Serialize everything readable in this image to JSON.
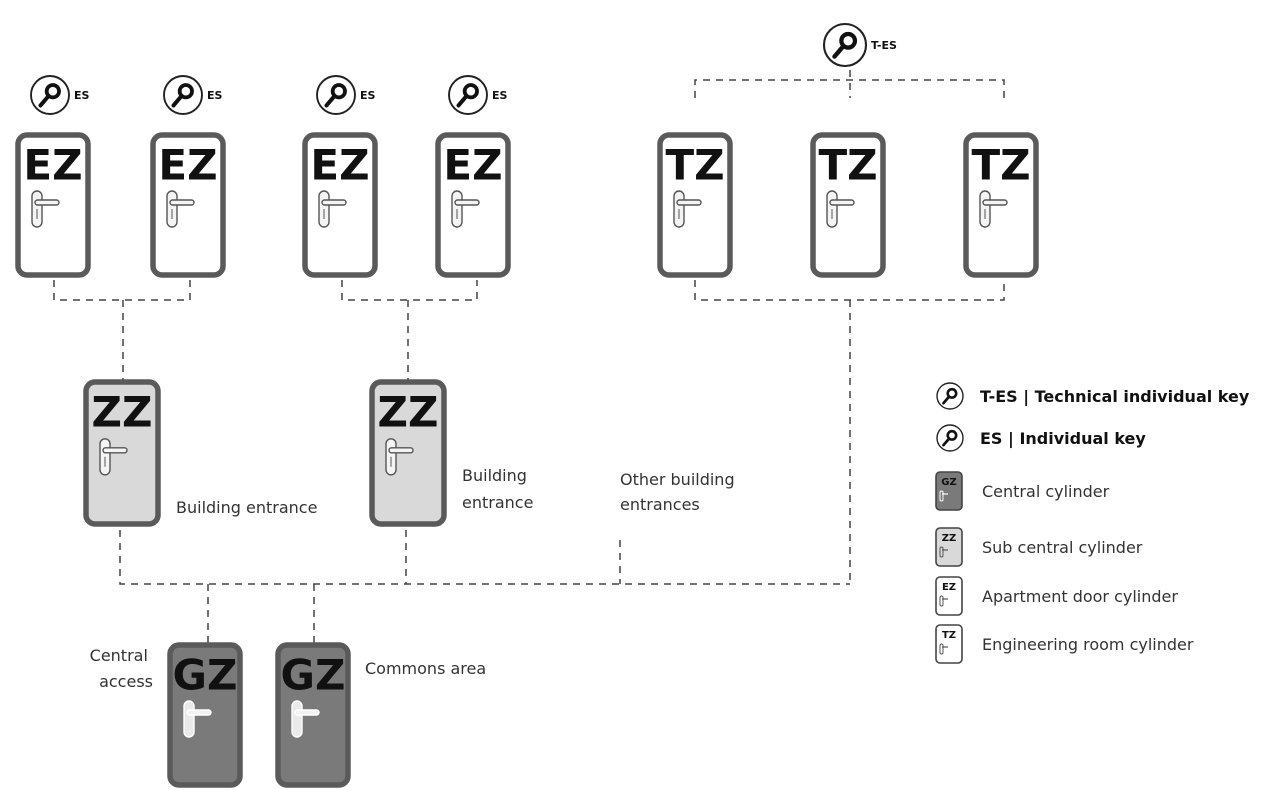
{
  "colors": {
    "central": "#7a7a7a",
    "sub_central": "#d9d9d9",
    "apartment": "#ffffff",
    "engineering": "#ffffff",
    "frame": "#5a5a5a",
    "line": "#444444"
  },
  "icons": {
    "key": "key-icon",
    "handle": "door-handle-icon"
  },
  "keys": [
    {
      "name": "key-es-1",
      "label": "ES"
    },
    {
      "name": "key-es-2",
      "label": "ES"
    },
    {
      "name": "key-es-3",
      "label": "ES"
    },
    {
      "name": "key-es-4",
      "label": "ES"
    },
    {
      "name": "key-t-es",
      "label": "T-ES"
    }
  ],
  "doors": {
    "apartment": [
      {
        "name": "door-ez-1",
        "code": "EZ"
      },
      {
        "name": "door-ez-2",
        "code": "EZ"
      },
      {
        "name": "door-ez-3",
        "code": "EZ"
      },
      {
        "name": "door-ez-4",
        "code": "EZ"
      }
    ],
    "engineering": [
      {
        "name": "door-tz-1",
        "code": "TZ"
      },
      {
        "name": "door-tz-2",
        "code": "TZ"
      },
      {
        "name": "door-tz-3",
        "code": "TZ"
      }
    ],
    "sub_central": [
      {
        "name": "door-zz-1",
        "code": "ZZ"
      },
      {
        "name": "door-zz-2",
        "code": "ZZ"
      }
    ],
    "central": [
      {
        "name": "door-gz-1",
        "code": "GZ"
      },
      {
        "name": "door-gz-2",
        "code": "GZ"
      }
    ]
  },
  "captions": {
    "building_entrance_1": "Building entrance",
    "building_entrance_2": [
      "Building",
      "entrance"
    ],
    "other_entrances": [
      "Other building",
      "entrances"
    ],
    "central_access": [
      "Central",
      "access"
    ],
    "commons_area": "Commons area"
  },
  "legend": {
    "keys": [
      {
        "name": "legend-t-es",
        "label": "T-ES | Technical individual key"
      },
      {
        "name": "legend-es",
        "label": "ES | Individual key"
      }
    ],
    "cylinders": [
      {
        "name": "legend-central",
        "code": "GZ",
        "kind": "central",
        "label": "Central cylinder"
      },
      {
        "name": "legend-sub-central",
        "code": "ZZ",
        "kind": "sub_central",
        "label": "Sub central cylinder"
      },
      {
        "name": "legend-apartment",
        "code": "EZ",
        "kind": "apartment",
        "label": "Apartment door cylinder"
      },
      {
        "name": "legend-engineering",
        "code": "TZ",
        "kind": "engineering",
        "label": "Engineering room cylinder"
      }
    ]
  }
}
